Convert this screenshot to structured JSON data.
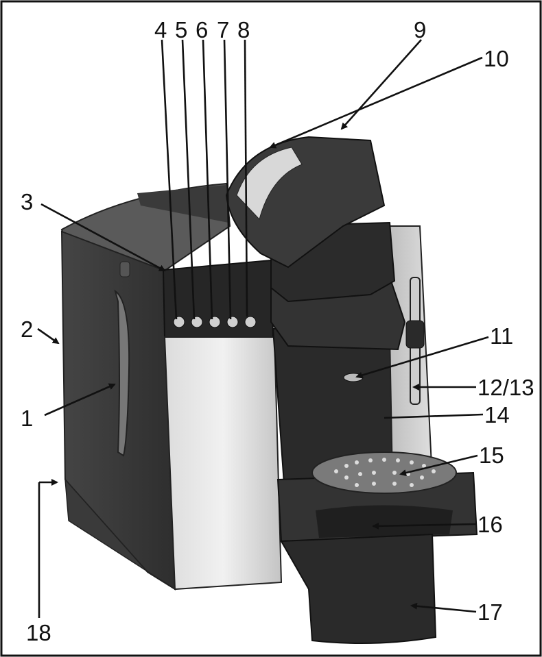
{
  "diagram": {
    "labels": [
      "1",
      "2",
      "3",
      "4",
      "5",
      "6",
      "7",
      "8",
      "9",
      "10",
      "11",
      "12/13",
      "14",
      "15",
      "16",
      "17",
      "18"
    ]
  }
}
